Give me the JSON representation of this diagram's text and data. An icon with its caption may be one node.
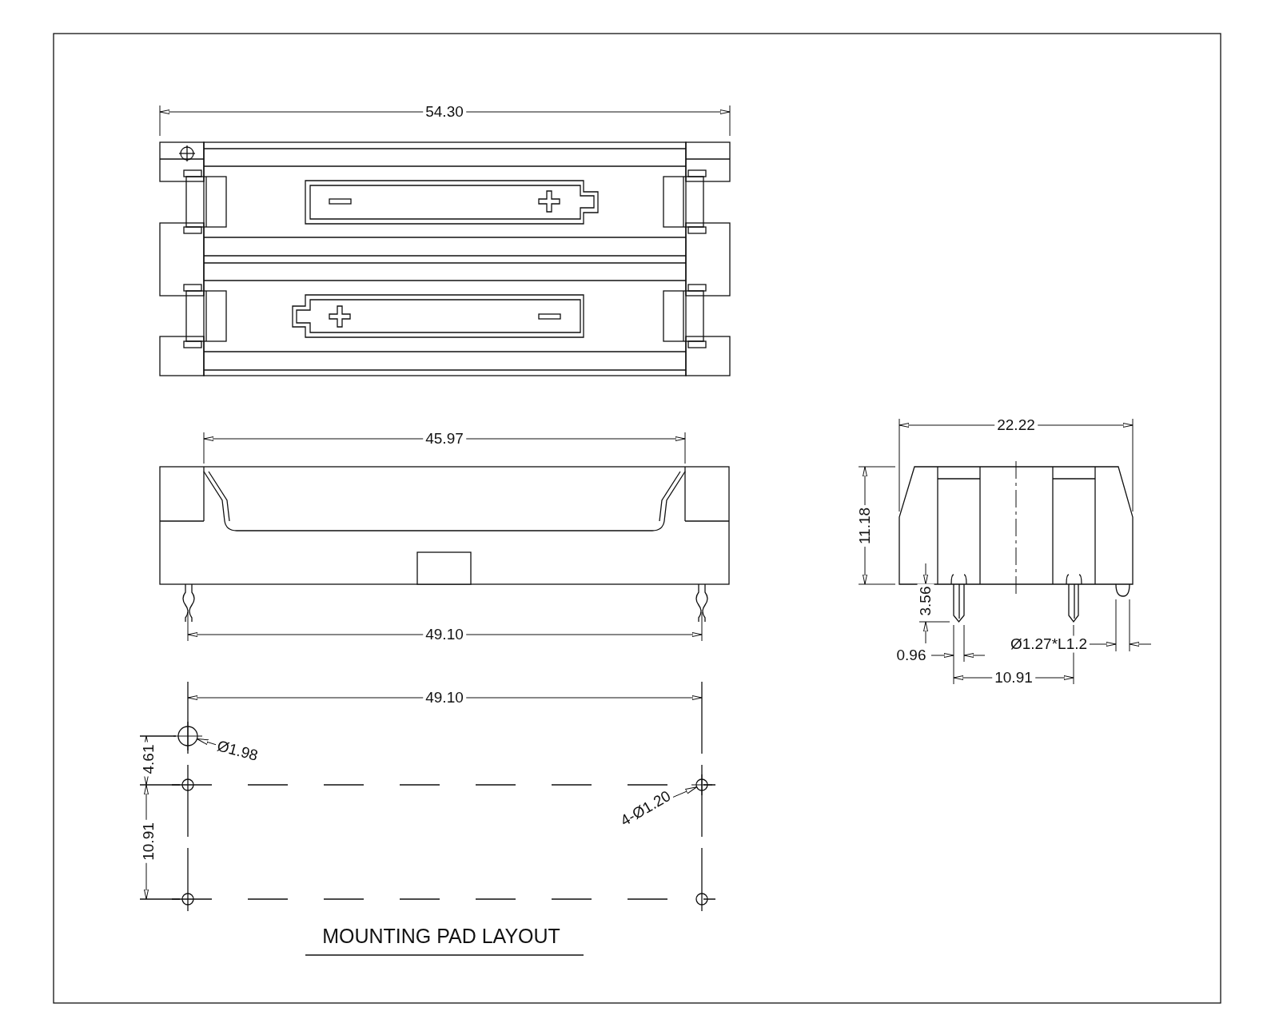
{
  "diagram": {
    "nodes": [
      {
        "text": [
          "Ø1.98"
        ]
      },
      {
        "text": [],
        "shape": "circle"
      },
      {
        "text": [
          "4-Ø1.20"
        ]
      },
      {
        "text": [],
        "shape": "circle"
      }
    ],
    "edges": [
      {
        "from": 0,
        "to": 1,
        "arrow": "to"
      },
      {
        "from": 2,
        "to": 3,
        "arrow": "to"
      }
    ],
    "labels": [
      "54.30",
      "45.97",
      "49.10",
      "49.10",
      "4.61",
      "10.91",
      "22.22",
      "11.18",
      "3.56",
      "0.96",
      "Ø1.27*L1.2",
      "10.91",
      "MOUNTING PAD LAYOUT"
    ]
  }
}
